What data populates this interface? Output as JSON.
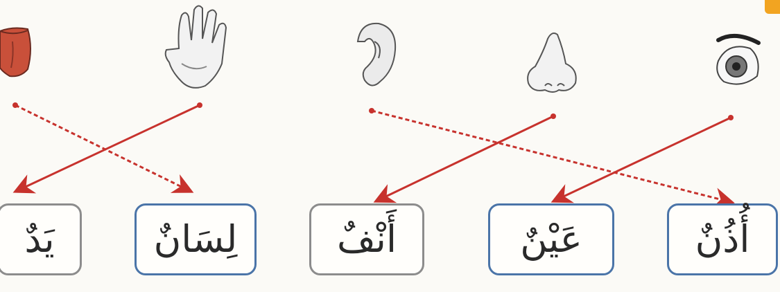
{
  "exercise": {
    "words": [
      {
        "id": "yad",
        "text": "يَدٌ"
      },
      {
        "id": "lisan",
        "text": "لِسَانٌ"
      },
      {
        "id": "anf",
        "text": "أَنْفٌ"
      },
      {
        "id": "ayn",
        "text": "عَيْنٌ"
      },
      {
        "id": "udhun",
        "text": "أُذُنٌ"
      }
    ],
    "pictures": [
      "tongue-icon",
      "hand-icon",
      "ear-icon",
      "nose-icon",
      "eye-icon"
    ],
    "matches": [
      {
        "picture": "tongue",
        "word": "لِسَانٌ"
      },
      {
        "picture": "hand",
        "word": "يَدٌ"
      },
      {
        "picture": "ear",
        "word": "أُذُنٌ"
      },
      {
        "picture": "nose",
        "word": "أَنْفٌ"
      },
      {
        "picture": "eye",
        "word": "عَيْنٌ"
      }
    ]
  },
  "colors": {
    "arrow": "#c7322d",
    "box_border_blue": "#4a74a8",
    "box_border_grey": "#8c8c8c",
    "tongue": "#c9503a",
    "badge": "#f2a421"
  }
}
